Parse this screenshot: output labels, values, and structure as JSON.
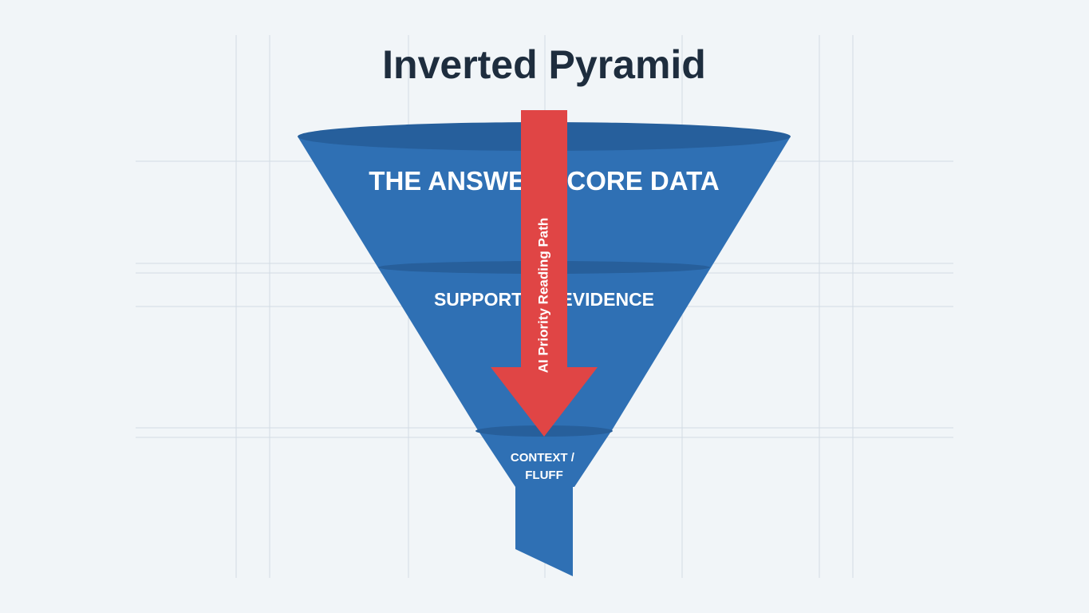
{
  "diagram": {
    "title": "Inverted Pyramid",
    "tiers": [
      {
        "label": "THE ANSWER / CORE DATA"
      },
      {
        "label": "SUPPORTING EVIDENCE"
      },
      {
        "label_lines": [
          "CONTEXT /",
          "FLUFF"
        ]
      }
    ],
    "arrow": {
      "label": "AI Priority Reading Path"
    },
    "colors": {
      "background": "#f1f5f8",
      "funnel_blue": "#2f70b4",
      "funnel_dark": "#245c97",
      "arrow_red": "#e04545",
      "title_text": "#1e2d3e",
      "grid_line": "#d3dce4"
    }
  }
}
